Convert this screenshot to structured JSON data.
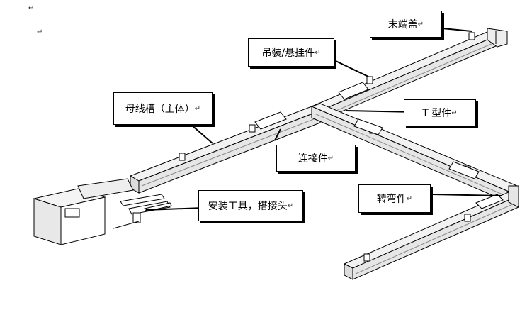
{
  "return_mark": "↵",
  "callouts": {
    "end_cap": "末端盖",
    "hanger": "吊装/悬挂件",
    "busway_body": "母线槽（主体）",
    "tee": "T 型件",
    "connector": "连接件",
    "tool": "安装工具，搭接头",
    "elbow": "转弯件"
  },
  "colors": {
    "line": "#000000",
    "track_top": "#f2f2f2",
    "track_side": "#dcdcdc",
    "box_fill": "#f4f4f4"
  }
}
